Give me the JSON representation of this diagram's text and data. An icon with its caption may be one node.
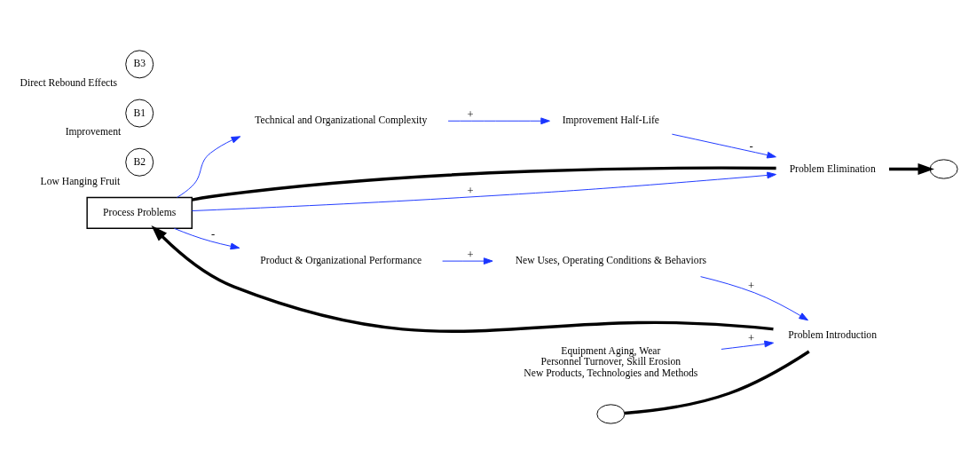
{
  "diagram": {
    "nodes": [
      {
        "text": [
          "Technical and Organizational Complexity"
        ]
      },
      {
        "text": [
          "B2"
        ],
        "beside": [
          "Low Hanging Fruit"
        ]
      },
      {
        "text": [
          "Process Problems"
        ]
      },
      {
        "text": [],
        "shape": "cloud"
      },
      {
        "text": [
          "Problem Elimination"
        ]
      },
      {
        "text": [
          "Equipment Aging, Wear",
          "Personnel Turnover, Skill Erosion",
          "New Products, Technologies and Methods"
        ]
      },
      {
        "text": [
          "Problem Introduction"
        ]
      },
      {
        "text": [],
        "shape": "cloud"
      },
      {
        "text": [
          "New Uses, Operating Conditions & Behaviors"
        ]
      },
      {
        "text": [
          "Improvement Half-Life"
        ]
      },
      {
        "text": [
          "B1"
        ],
        "beside": [
          "Improvement"
        ]
      },
      {
        "text": [
          "B3"
        ],
        "beside": [
          "Direct Rebound Effects"
        ]
      },
      {
        "text": [
          "Product & Organizational Performance"
        ]
      }
    ],
    "edges": [
      {
        "from": 7,
        "to": 6,
        "arrow": "none",
        "style": "thick",
        "color": "#000000"
      },
      {
        "from": 6,
        "to": 2,
        "arrow": "to",
        "style": "thick",
        "color": "#000000"
      },
      {
        "from": 2,
        "to": 4,
        "arrow": "none",
        "style": "thick",
        "color": "#000000"
      },
      {
        "from": 4,
        "to": 3,
        "arrow": "to",
        "style": "thick",
        "color": "#000000"
      },
      {
        "from": 2,
        "to": 0,
        "arrow": "to"
      },
      {
        "from": 0,
        "to": 9,
        "arrow": "to",
        "label": "+"
      },
      {
        "from": 9,
        "to": 4,
        "arrow": "to",
        "label": "-"
      },
      {
        "from": 2,
        "to": 4,
        "arrow": "to",
        "label": "+"
      },
      {
        "from": 5,
        "to": 6,
        "arrow": "to",
        "label": "+"
      },
      {
        "from": 8,
        "to": 6,
        "arrow": "to",
        "label": "+"
      },
      {
        "from": 2,
        "to": 12,
        "arrow": "to",
        "label": "-"
      },
      {
        "from": 12,
        "to": 8,
        "arrow": "to",
        "label": "+"
      }
    ]
  }
}
